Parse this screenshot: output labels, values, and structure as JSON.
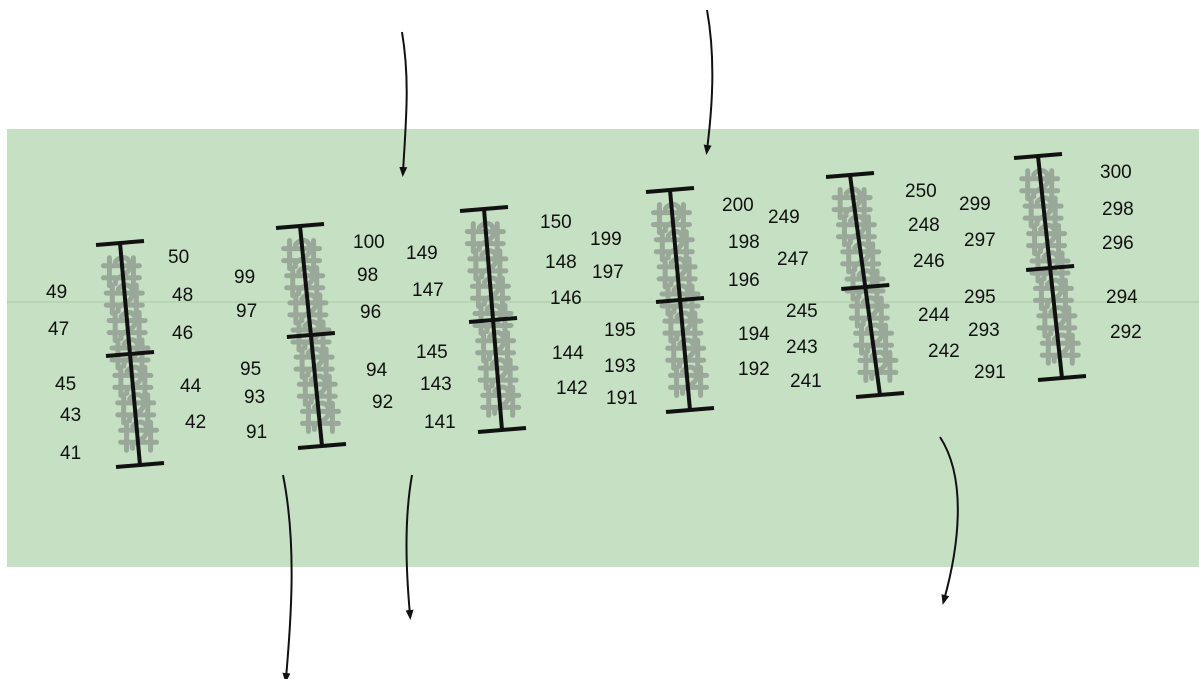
{
  "colors": {
    "field": "#c5e0c2",
    "plant": "#9aa89a",
    "pole": "#111111",
    "arrow": "#111111",
    "text": "#111111"
  },
  "icons": {
    "plant_marker": "plant-cluster-icon",
    "arrow": "arrow-down-icon"
  },
  "stands": [
    {
      "id": "stand-1",
      "labels": [
        "50",
        "49",
        "48",
        "47",
        "46",
        "45",
        "44",
        "43",
        "42",
        "41"
      ]
    },
    {
      "id": "stand-2",
      "labels": [
        "100",
        "99",
        "98",
        "97",
        "96",
        "95",
        "94",
        "93",
        "92",
        "91"
      ]
    },
    {
      "id": "stand-3",
      "labels": [
        "150",
        "149",
        "148",
        "147",
        "146",
        "145",
        "144",
        "143",
        "142",
        "141"
      ]
    },
    {
      "id": "stand-4",
      "labels": [
        "200",
        "199",
        "198",
        "197",
        "196",
        "195",
        "194",
        "193",
        "192",
        "191"
      ]
    },
    {
      "id": "stand-5",
      "labels": [
        "250",
        "249",
        "248",
        "247",
        "246",
        "245",
        "244",
        "243",
        "242",
        "241"
      ]
    },
    {
      "id": "stand-6",
      "labels": [
        "300",
        "299",
        "298",
        "297",
        "296",
        "295",
        "294",
        "293",
        "292",
        "291"
      ]
    }
  ]
}
